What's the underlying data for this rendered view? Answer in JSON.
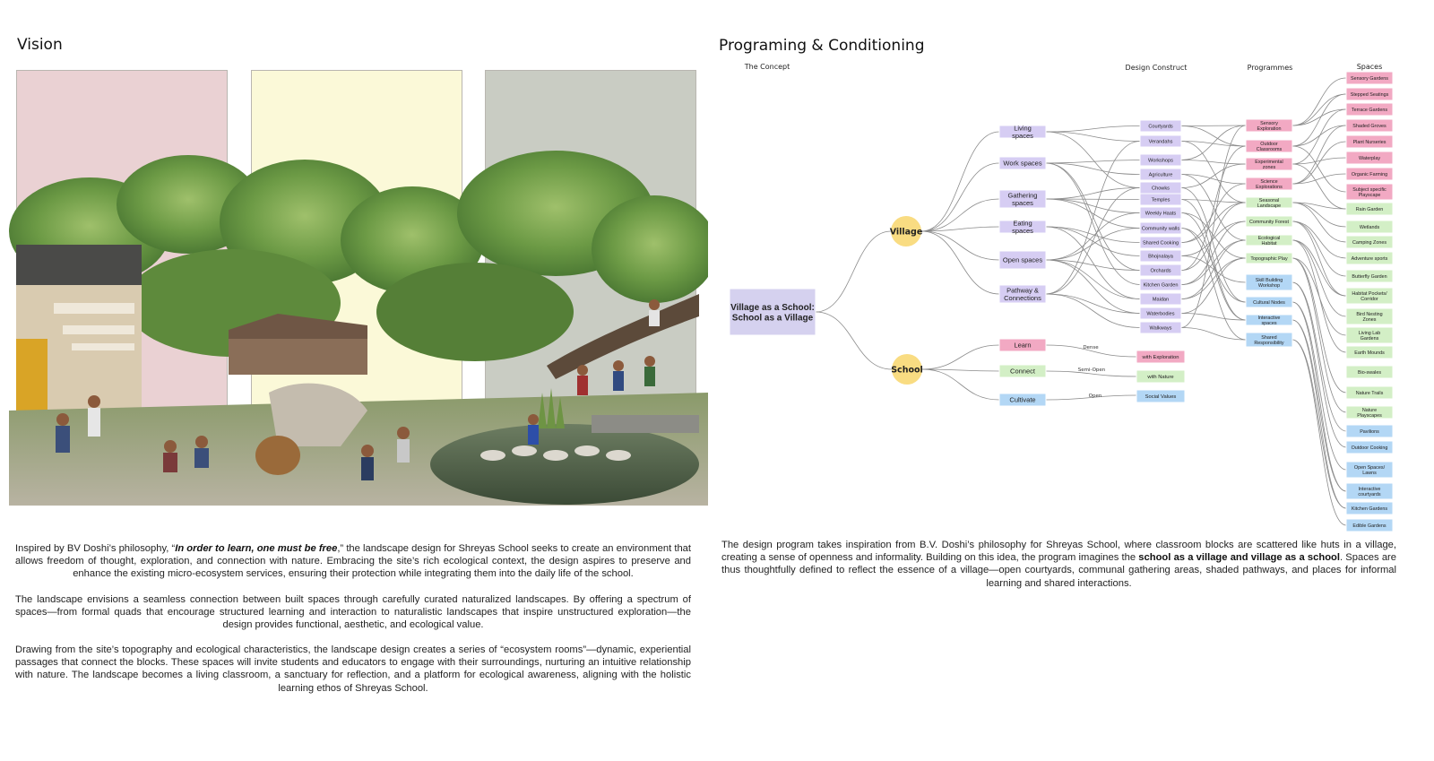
{
  "vision": {
    "title": "Vision",
    "p1_a": "Inspired by BV Doshi’s philosophy, “",
    "p1_quote": "In order to learn, one must be free",
    "p1_b": ",” the landscape design for Shreyas School seeks to create an environment that allows freedom of thought, exploration, and connection with nature. Embracing the site’s rich ecological context, the design aspires to preserve and enhance the existing micro-ecosystem services, ensuring their protection while integrating them into the daily life of the school.",
    "p2": "The landscape envisions a seamless connection between built spaces through carefully curated naturalized landscapes. By offering a spectrum of spaces—from formal quads that encourage structured learning and interaction to naturalistic landscapes that inspire unstructured exploration—the design provides functional, aesthetic, and ecological value.",
    "p3": "Drawing from the site’s topography and ecological characteristics, the landscape design creates a series of “ecosystem rooms”—dynamic, experiential passages that connect the blocks. These spaces will invite students and educators to engage with their surroundings, nurturing an intuitive relationship with nature. The landscape becomes a living classroom, a sanctuary for reflection, and a platform for ecological awareness, aligning with the holistic learning ethos of Shreyas School.",
    "panel_colors": [
      "#ead1d3",
      "#fbf9d8",
      "#c9ccc3"
    ]
  },
  "programming": {
    "title": "Programing & Conditioning",
    "headers": {
      "concept": "The Concept",
      "design": "Design Construct",
      "programmes": "Programmes",
      "spaces": "Spaces"
    },
    "concept": "Village as a School: School as a Village",
    "village": "Village",
    "school": "School",
    "village_constructs": [
      "Living spaces",
      "Work spaces",
      "Gathering spaces",
      "Eating spaces",
      "Open spaces",
      "Pathway & Connections"
    ],
    "school_constructs": [
      "Learn",
      "Connect",
      "Cultivate"
    ],
    "school_edges": [
      "Dense",
      "Semi-Open",
      "Open"
    ],
    "school_outcomes": [
      "with Exploration",
      "with Nature",
      "Social Values"
    ],
    "design_elements": [
      "Courtyards",
      "Verandahs",
      "Workshops",
      "Agriculture",
      "Chowks",
      "Temples",
      "Weekly Haats",
      "Community walls",
      "Shared Cooking",
      "Bhojnalaya",
      "Orchards",
      "Kitchen Garden",
      "Maidan",
      "Waterbodies",
      "Walkways"
    ],
    "programmes": [
      {
        "label": "Sensory Exploration",
        "c": "pink"
      },
      {
        "label": "Outdoor Classrooms",
        "c": "pink"
      },
      {
        "label": "Experimental zones",
        "c": "pink"
      },
      {
        "label": "Science Explorations",
        "c": "pink"
      },
      {
        "label": "Seasonal Landscape",
        "c": "green"
      },
      {
        "label": "Community Forest",
        "c": "green"
      },
      {
        "label": "Ecological Habitat",
        "c": "green"
      },
      {
        "label": "Topographic Play",
        "c": "green"
      },
      {
        "label": "Skill Building Workshop",
        "c": "blue"
      },
      {
        "label": "Cultural Nodes",
        "c": "blue"
      },
      {
        "label": "Interactive spaces",
        "c": "blue"
      },
      {
        "label": "Shared Responsibility",
        "c": "blue"
      }
    ],
    "spaces": [
      {
        "label": "Sensory Gardens",
        "c": "pink"
      },
      {
        "label": "Stepped Seatings",
        "c": "pink"
      },
      {
        "label": "Terrace Gardens",
        "c": "pink"
      },
      {
        "label": "Shaded Groves",
        "c": "pink"
      },
      {
        "label": "Plant Nurseries",
        "c": "pink"
      },
      {
        "label": "Waterplay",
        "c": "pink"
      },
      {
        "label": "Organic Farming",
        "c": "pink"
      },
      {
        "label": "Subject specific Playscape",
        "c": "pink"
      },
      {
        "label": "Rain Garden",
        "c": "green"
      },
      {
        "label": "Wetlands",
        "c": "green"
      },
      {
        "label": "Camping Zones",
        "c": "green"
      },
      {
        "label": "Adventure sports",
        "c": "green"
      },
      {
        "label": "Butterfly Garden",
        "c": "green"
      },
      {
        "label": "Habitat Pockets/ Corridor",
        "c": "green"
      },
      {
        "label": "Bird Nesting Zones",
        "c": "green"
      },
      {
        "label": "Living Lab Gardens",
        "c": "green"
      },
      {
        "label": "Earth Mounds",
        "c": "green"
      },
      {
        "label": "Bio-swales",
        "c": "green"
      },
      {
        "label": "Nature Trails",
        "c": "green"
      },
      {
        "label": "Nature Playscapes",
        "c": "green"
      },
      {
        "label": "Pavilions",
        "c": "blue"
      },
      {
        "label": "Outdoor Cooking",
        "c": "blue"
      },
      {
        "label": "Open Spaces/ Lawns",
        "c": "blue"
      },
      {
        "label": "Interactive courtyards",
        "c": "blue"
      },
      {
        "label": "Kitchen Gardens",
        "c": "blue"
      },
      {
        "label": "Edible Gardens",
        "c": "blue"
      }
    ],
    "description_a": "The design program takes inspiration from B.V. Doshi’s philosophy for Shreyas School, where classroom blocks are scattered like huts in a village, creating a sense of openness and informality. Building on this idea, the program imagines the ",
    "description_bold": "school as a village and village as a school",
    "description_b": ". Spaces are thus thoughtfully defined to reflect the essence of a village—open courtyards, communal gathering areas, shaded pathways, and places for informal learning and shared interactions.",
    "colors": {
      "pink": "#f2a9c3",
      "green": "#d3efc6",
      "blue": "#b3d7f5",
      "purple": "#d6cdf3",
      "concept": "#d5d1ef",
      "circle": "#f9dc82"
    }
  }
}
